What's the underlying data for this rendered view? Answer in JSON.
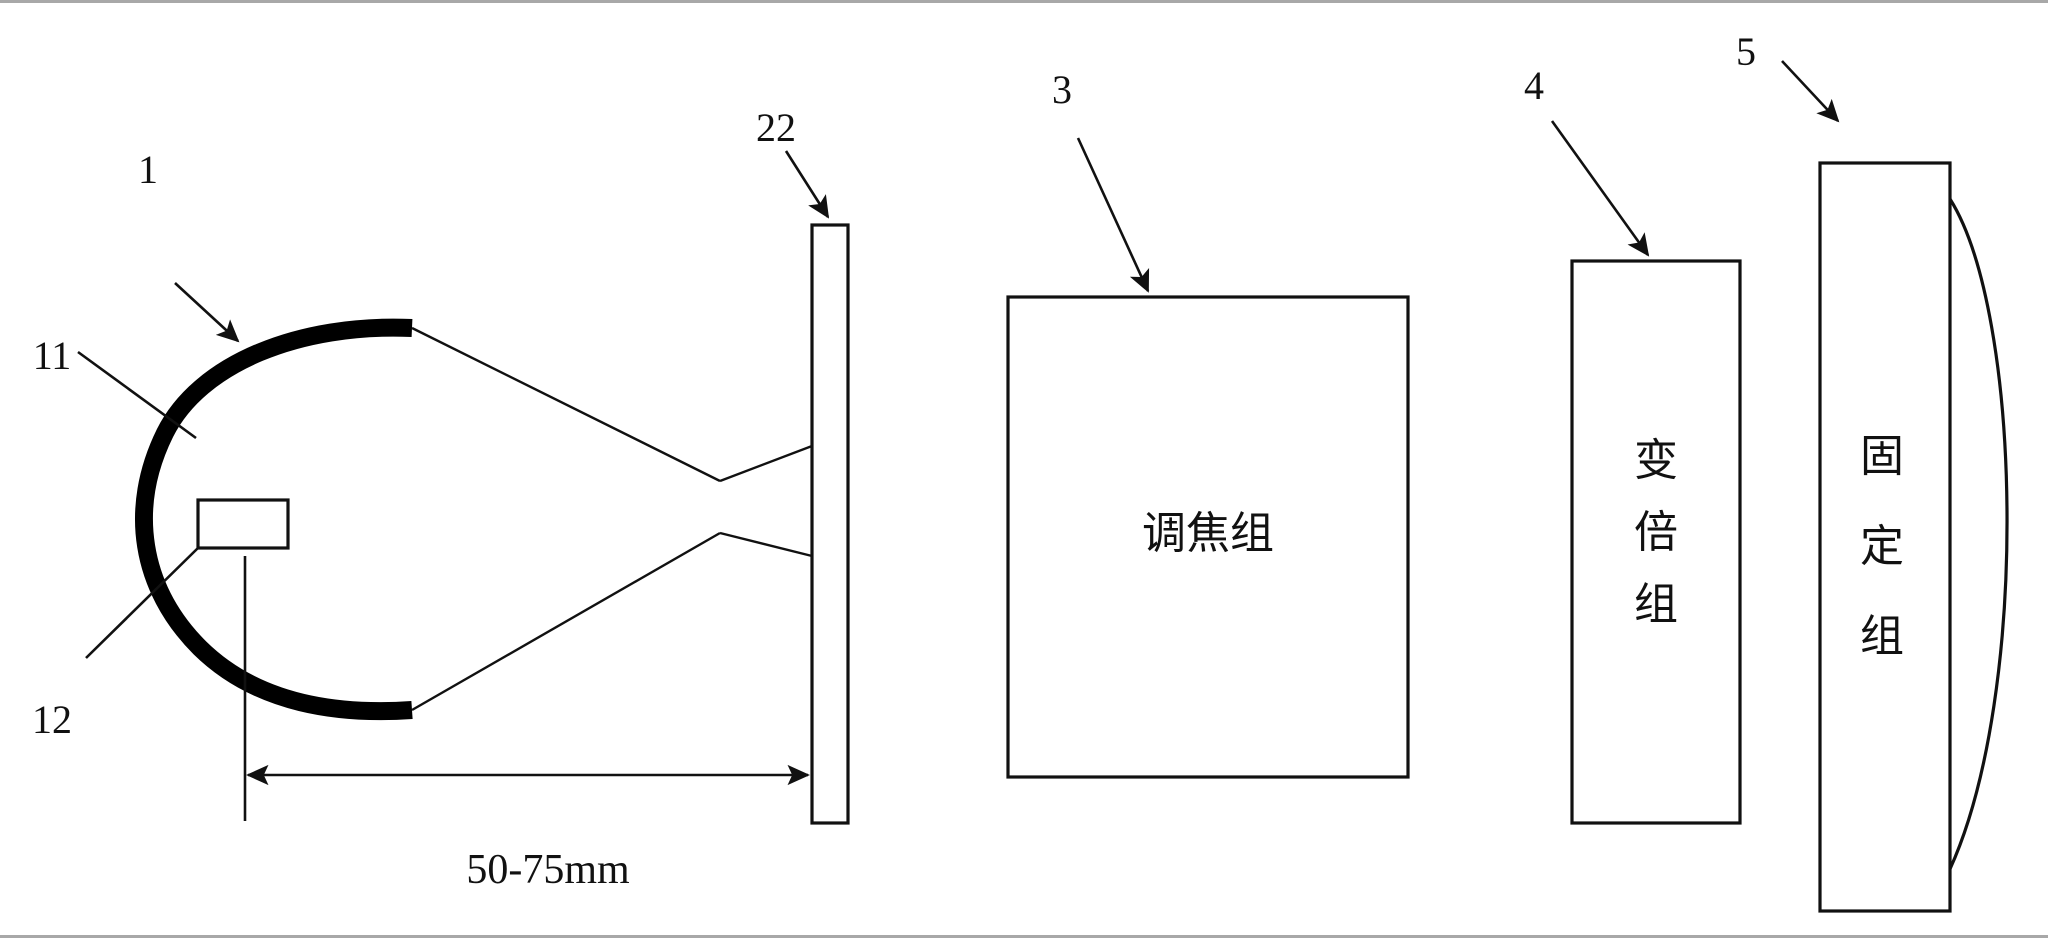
{
  "figure": {
    "title": "Optical illumination and zoom lens group schematic",
    "background_color": "#ffffff",
    "line_color": "#111111",
    "frame_color": "#a8a8a8"
  },
  "reference_numbers": {
    "n1": "1",
    "n11": "11",
    "n12": "12",
    "n22": "22",
    "n3": "3",
    "n4": "4",
    "n5": "5"
  },
  "dimension": {
    "value": "50-75mm"
  },
  "blocks": {
    "focus_group": {
      "label": "调焦组",
      "ref": "3"
    },
    "zoom_group": {
      "label": "变倍组",
      "chars": [
        "变",
        "倍",
        "组"
      ],
      "ref": "4"
    },
    "fixed_group": {
      "label": "固定组",
      "chars": [
        "固",
        "定",
        "组"
      ],
      "ref": "5"
    }
  },
  "components": {
    "reflector": "curved-reflector",
    "lamp": "lamp-rectangle",
    "slit": "slit-plate",
    "lens_surface": "convex-lens-arc"
  }
}
